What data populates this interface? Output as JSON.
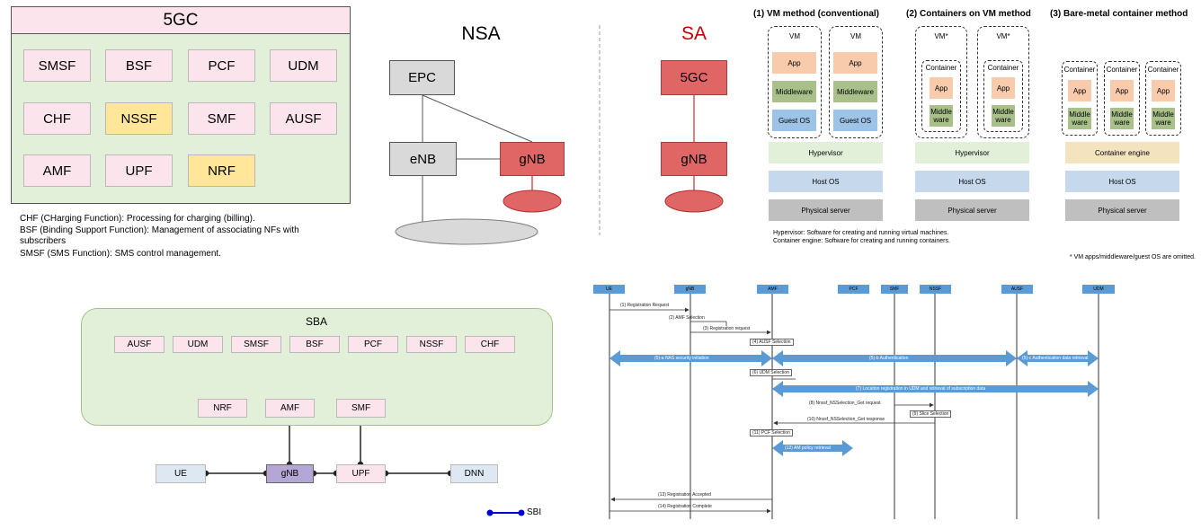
{
  "core": {
    "title": "5GC",
    "nfs": [
      "SMSF",
      "BSF",
      "PCF",
      "UDM",
      "CHF",
      "NSSF",
      "SMF",
      "AUSF",
      "AMF",
      "UPF",
      "NRF"
    ],
    "notes": [
      "CHF (CHarging Function): Processing for charging (billing).",
      "BSF (Binding Support Function): Management of associating NFs with subscribers",
      "SMSF (SMS Function): SMS control management."
    ],
    "colors": {
      "pink": "#fce4ec",
      "yellow": "#ffe699",
      "green": "#e2f0d9",
      "header": "#fce4ec"
    }
  },
  "nsa": {
    "title": "NSA",
    "epc": "EPC",
    "enb": "eNB",
    "gnb": "gNB"
  },
  "sa": {
    "title": "SA",
    "core": "5GC",
    "gnb": "gNB",
    "title_color": "#c00000"
  },
  "virt": {
    "m1_title": "(1) VM method (conventional)",
    "m2_title": "(2) Containers on VM method",
    "m3_title": "(3) Bare-metal container method",
    "vm": "VM",
    "vm_star": "VM*",
    "container": "Container",
    "app": "App",
    "middleware": "Middleware",
    "middle_ware": "Middle ware",
    "guest_os": "Guest OS",
    "hypervisor": "Hypervisor",
    "container_engine": "Container engine",
    "host_os": "Host OS",
    "physical_server": "Physical server",
    "note1": "Hypervisor: Software for creating and running virtual machines.",
    "note2": "Container engine: Software for creating and running containers.",
    "note3": "* VM apps/middleware/guest OS are omitted."
  },
  "sba": {
    "title": "SBA",
    "top": [
      "AUSF",
      "UDM",
      "SMSF",
      "BSF",
      "PCF",
      "NSSF",
      "CHF"
    ],
    "nrf": "NRF",
    "amf": "AMF",
    "smf": "SMF",
    "ue": "UE",
    "gnb": "gNB",
    "upf": "UPF",
    "dnn": "DNN",
    "legend": "SBI"
  },
  "seq": {
    "actors": [
      "UE",
      "gNB",
      "AMF",
      "PCF",
      "SMF",
      "NSSF",
      "AUSF",
      "UDM"
    ],
    "steps": [
      "(1) Registration Request",
      "(2) AMF Selection",
      "(3) Registration request",
      "(4) AUSF Selection",
      "(5)-a NAS security initiation",
      "(5)-b Authentication",
      "(5)-c Authentication data retrieval",
      "(6) UDM Selection",
      "(7) Location registration in UDM and retrieval of subscription data",
      "(8) Nnssf_NSSelection_Get request",
      "(9) Slice Selection",
      "(10) Nnssf_NSSelection_Get response",
      "(11) PCF Selection",
      "(12) AM policy retrieval",
      "(13) Registration Accepted",
      "(14) Registration Complete"
    ]
  }
}
